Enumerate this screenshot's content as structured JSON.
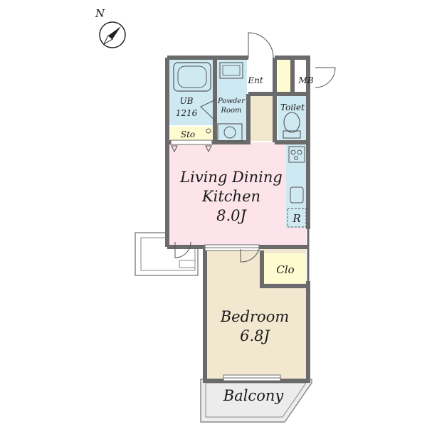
{
  "compass": {
    "label": "N"
  },
  "rooms": {
    "ent": "Ent",
    "mb": "MB",
    "ub": {
      "line1": "UB",
      "line2": "1216"
    },
    "powder": {
      "line1": "Powder",
      "line2": "Room"
    },
    "toilet": "Toilet",
    "sto": "Sto",
    "ldk": {
      "line1": "Living Dining",
      "line2": "Kitchen",
      "size": "8.0J"
    },
    "fridge": "R",
    "clo": "Clo",
    "bedroom": {
      "name": "Bedroom",
      "size": "6.8J"
    },
    "balcony": "Balcony"
  },
  "colors": {
    "ldk": "#fce4ea",
    "bedroom": "#f1e8cf",
    "wet": "#cfe9f2",
    "storage": "#fffbd0",
    "balcony": "#ececec",
    "wall": "#6b6b6b"
  }
}
